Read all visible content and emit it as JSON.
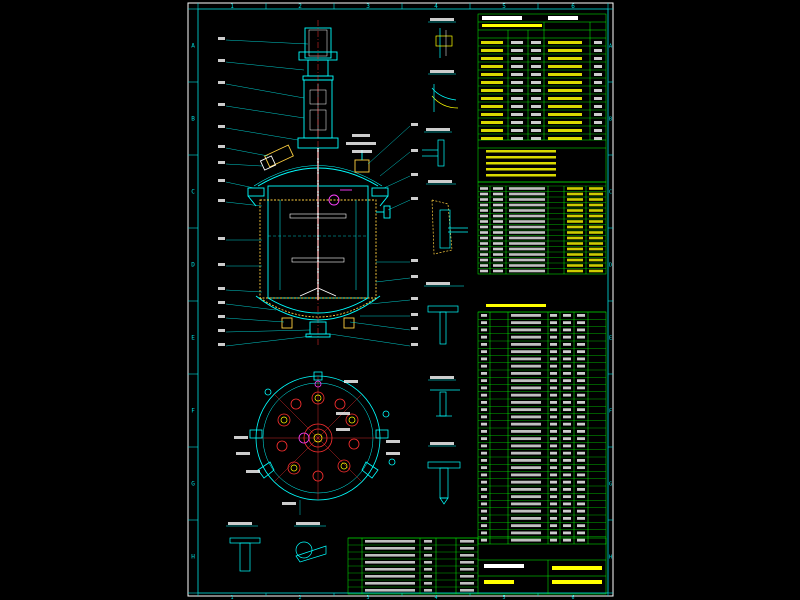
{
  "drawing": {
    "colors": {
      "background": "#000000",
      "border": "#ffffff",
      "frame": "#00e0e0",
      "vessel": "#00ffff",
      "table_lines": "#00ff00",
      "text": "#ffffff",
      "accent_yellow": "#ffff00",
      "accent_red": "#ff3030",
      "accent_magenta": "#ff40ff",
      "insulation": "#ffd040"
    },
    "column_markers": [
      "1",
      "2",
      "3",
      "4",
      "5",
      "6"
    ],
    "row_markers": [
      "A",
      "B",
      "C",
      "D",
      "E",
      "F",
      "G",
      "H"
    ],
    "icons": {
      "main_vessel": "reactor-section-icon",
      "top_view": "vessel-plan-view-icon",
      "details": "flange-detail-icon"
    }
  }
}
